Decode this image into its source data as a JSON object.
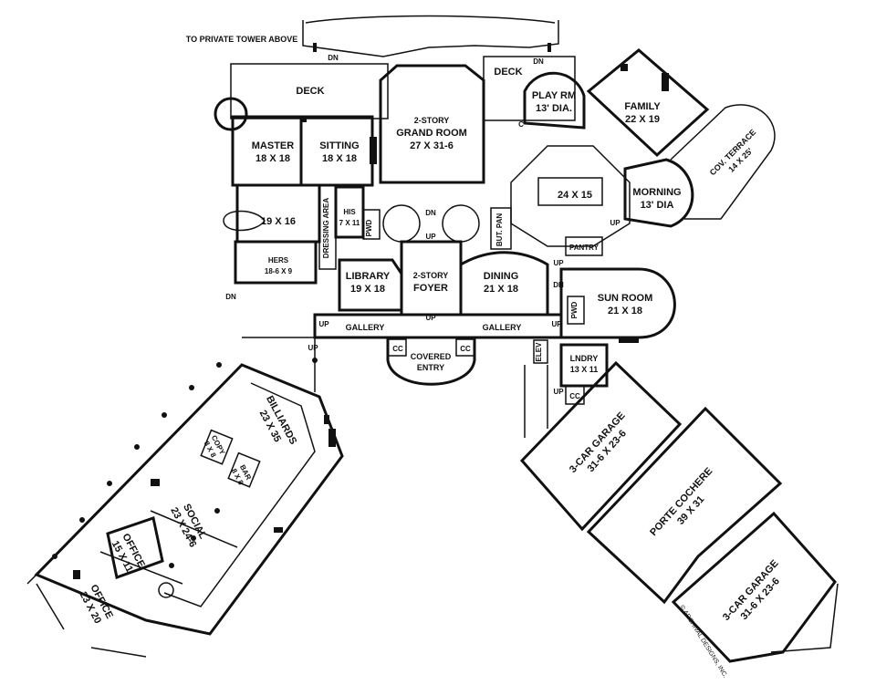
{
  "rooms": {
    "tower": "TO PRIVATE TOWER ABOVE",
    "deck_left": "DECK",
    "deck_right": "DECK",
    "dn_deck_left": "DN",
    "dn_deck_right": "DN",
    "grand_room_a": "2-STORY",
    "grand_room_b": "GRAND ROOM",
    "grand_room_c": "27 X 31-6",
    "play_a": "PLAY RM",
    "play_b": "13' DIA.",
    "family_a": "FAMILY",
    "family_b": "22 X 19",
    "terrace_a": "COV. TERRACE",
    "terrace_b": "14 X 25'",
    "master_a": "MASTER",
    "master_b": "18 X 18",
    "sitting_a": "SITTING",
    "sitting_b": "18 X 18",
    "kitchen": "24 X 15",
    "morning_a": "MORNING",
    "morning_b": "13' DIA",
    "bath": "19 X 16",
    "his_a": "HIS",
    "his_b": "7 X 11",
    "pwd": "PWD",
    "but_pan": "BUT. PAN",
    "pantry": "PANTRY",
    "dressing": "DRESSING AREA",
    "hers_a": "HERS",
    "hers_b": "18-6 X 9",
    "library_a": "LIBRARY",
    "library_b": "19 X 18",
    "foyer_a": "2-STORY",
    "foyer_b": "FOYER",
    "dining_a": "DINING",
    "dining_b": "21 X 18",
    "sun_a": "SUN ROOM",
    "sun_b": "21 X 18",
    "pwd2": "PWD",
    "gallery_left": "GALLERY",
    "gallery_right": "GALLERY",
    "covered_a": "COVERED",
    "covered_b": "ENTRY",
    "cc": "CC",
    "c": "C",
    "elev": "ELEV",
    "lndry_a": "LNDRY",
    "lndry_b": "13 X 11",
    "billiards_a": "BILLIARDS",
    "billiards_b": "23 X 35",
    "copy_a": "COPY",
    "copy_b": "8 X 8",
    "bar_a": "BAR",
    "bar_b": "8 X 8",
    "social_a": "SOCIAL",
    "social_b": "23 X 24-6",
    "office1_a": "OFFICE",
    "office1_b": "15 X 11",
    "office2_a": "OFFICE",
    "office2_b": "23 X 20",
    "garage1_a": "3-CAR GARAGE",
    "garage1_b": "31-6 X 23-6",
    "porte_a": "PORTE COCHERE",
    "porte_b": "39 X 31",
    "garage2_a": "3-CAR GARAGE",
    "garage2_b": "31-6 X 23-6",
    "up": "UP",
    "dn": "DN",
    "copyright": "© ARCHIVAL DESIGNS, INC."
  }
}
